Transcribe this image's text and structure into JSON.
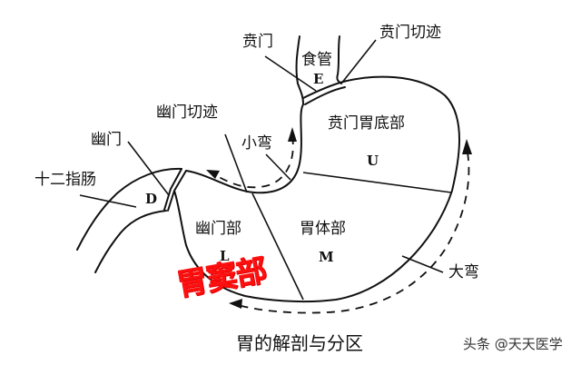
{
  "figure": {
    "caption": "胃的解剖与分区",
    "watermark": "头条 @天天医学",
    "highlight_label": "胃窦部",
    "highlight_color": "#ff1010",
    "line_color": "#111111"
  },
  "callouts": {
    "cardia": "贲门",
    "esophagus": "食管",
    "cardiac_notch": "贲门切迹",
    "angular_notch": "幽门切迹",
    "pylorus": "幽门",
    "lesser_curvature": "小弯",
    "duodenum": "十二指肠",
    "greater_curvature": "大弯"
  },
  "regions": {
    "fundus_label": "贲门胃底部",
    "fundus_letter": "U",
    "body_label": "胃体部",
    "body_letter": "M",
    "pyloric_label": "幽门部",
    "pyloric_letter": "L",
    "esophagus_letter": "E",
    "duodenum_letter": "D"
  }
}
